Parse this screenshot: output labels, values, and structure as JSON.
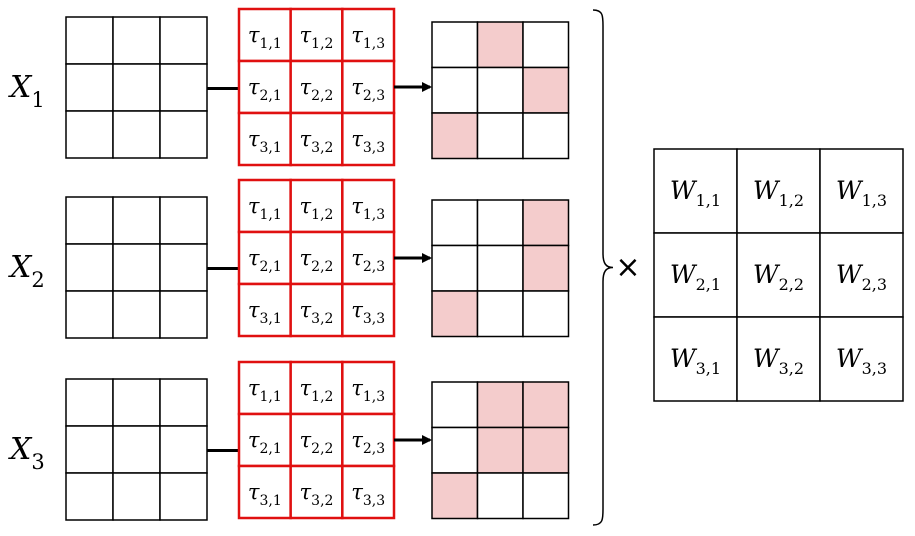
{
  "rows": [
    {
      "input_label": "X",
      "input_index": "1",
      "tau_cells": [
        [
          "1,1",
          "1,2",
          "1,3"
        ],
        [
          "2,1",
          "2,2",
          "2,3"
        ],
        [
          "3,1",
          "3,2",
          "3,3"
        ]
      ],
      "mask": [
        [
          0,
          1,
          0
        ],
        [
          0,
          0,
          1
        ],
        [
          1,
          0,
          0
        ]
      ]
    },
    {
      "input_label": "X",
      "input_index": "2",
      "tau_cells": [
        [
          "1,1",
          "1,2",
          "1,3"
        ],
        [
          "2,1",
          "2,2",
          "2,3"
        ],
        [
          "3,1",
          "3,2",
          "3,3"
        ]
      ],
      "mask": [
        [
          0,
          0,
          1
        ],
        [
          0,
          0,
          1
        ],
        [
          1,
          0,
          0
        ]
      ]
    },
    {
      "input_label": "X",
      "input_index": "3",
      "tau_cells": [
        [
          "1,1",
          "1,2",
          "1,3"
        ],
        [
          "2,1",
          "2,2",
          "2,3"
        ],
        [
          "3,1",
          "3,2",
          "3,3"
        ]
      ],
      "mask": [
        [
          0,
          1,
          1
        ],
        [
          0,
          1,
          1
        ],
        [
          1,
          0,
          0
        ]
      ]
    }
  ],
  "tau_symbol": "τ",
  "operator": "×",
  "weight_symbol": "W",
  "weight_cells": [
    [
      "1,1",
      "1,2",
      "1,3"
    ],
    [
      "2,1",
      "2,2",
      "2,3"
    ],
    [
      "3,1",
      "3,2",
      "3,3"
    ]
  ],
  "colors": {
    "tau_grid": "#e01010",
    "mask_fill": "#f4cccc",
    "line": "#000000"
  }
}
